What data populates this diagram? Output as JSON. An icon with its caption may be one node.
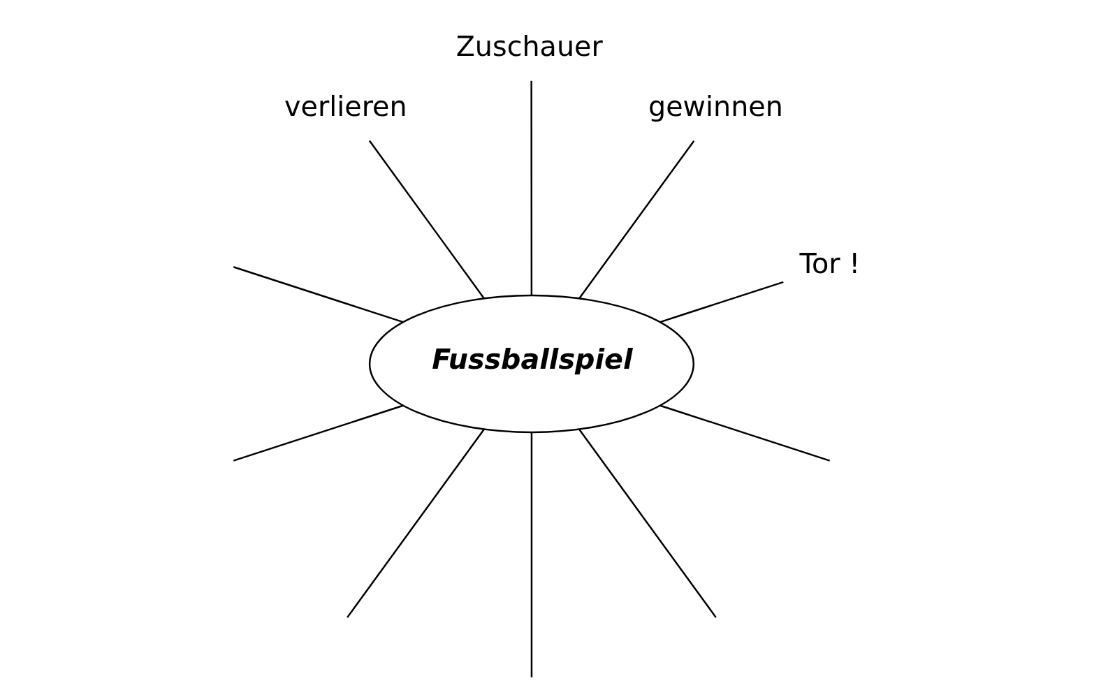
{
  "diagram": {
    "nodes": [
      {
        "text": [
          "Tor !"
        ]
      },
      {
        "text": [
          "gewinnen"
        ]
      },
      {
        "text": [
          "Fussballspiel"
        ]
      },
      {
        "text": [
          "Zuschauer"
        ]
      },
      {
        "text": [
          "verlieren"
        ]
      }
    ],
    "edges": [
      {
        "from": 2,
        "to": null,
        "arrow": "none"
      },
      {
        "from": 2,
        "to": 0,
        "arrow": "none"
      },
      {
        "from": 2,
        "to": null,
        "arrow": "none"
      },
      {
        "from": 2,
        "to": 1,
        "arrow": "none"
      },
      {
        "from": 2,
        "to": null,
        "arrow": "none"
      },
      {
        "from": 2,
        "to": null,
        "arrow": "none"
      },
      {
        "from": 2,
        "to": 4,
        "arrow": "none"
      },
      {
        "from": 2,
        "to": null,
        "arrow": "none"
      },
      {
        "from": 2,
        "to": 3,
        "arrow": "none"
      },
      {
        "from": 2,
        "to": null,
        "arrow": "none"
      }
    ]
  }
}
